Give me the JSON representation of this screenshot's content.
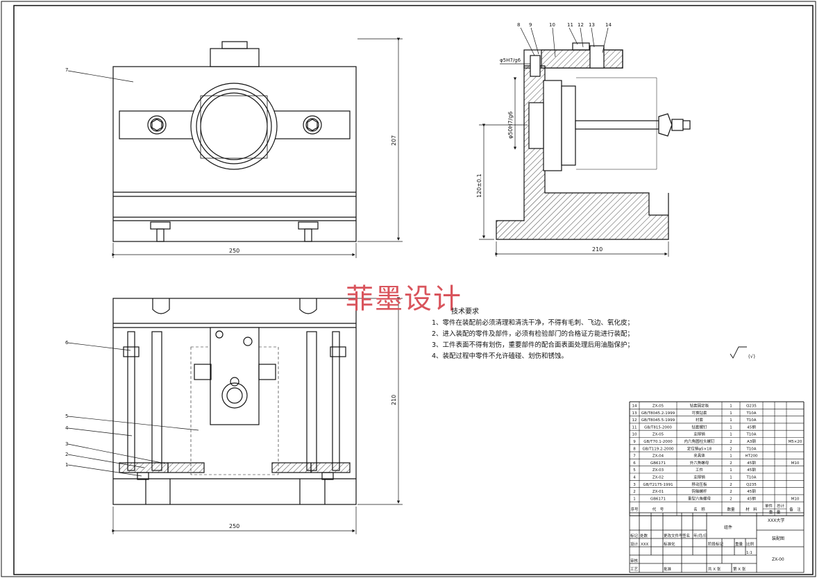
{
  "dimensions": {
    "front_width": "250",
    "front_height": "207",
    "side_width": "210",
    "side_height": "120±0.1",
    "fit_top": "φ5H7/g6",
    "fit_side": "φ50H7/g6",
    "bottom_width": "250",
    "bottom_height": "210"
  },
  "part_labels_front": [
    "7"
  ],
  "part_labels_side": [
    "8",
    "9",
    "10",
    "11",
    "12",
    "13",
    "14"
  ],
  "part_labels_bottom": [
    "6",
    "5",
    "4",
    "3",
    "2",
    "1"
  ],
  "watermark": "菲墨设计",
  "notes": {
    "title": "技术要求",
    "items": [
      "1、零件在装配前必须清理和清洗干净，不得有毛刺、飞边、氧化皮；",
      "2、进入装配的零件及部件，必须有检验部门的合格证方能进行装配；",
      "3、工件表面不得有划伤，重要部件的配合面表面处理后用油脂保护；",
      "4、装配过程中零件不允许磕碰、划伤和锈蚀。"
    ]
  },
  "roughness": "(√)",
  "bom": [
    [
      "14",
      "ZX-05",
      "钻套固定板",
      "1",
      "Q235",
      ""
    ],
    [
      "13",
      "GB/T8045.2-1999",
      "可换钻套",
      "1",
      "T10A",
      ""
    ],
    [
      "12",
      "GB/T8045.5-1999",
      "衬套",
      "1",
      "T10A",
      ""
    ],
    [
      "11",
      "GB/T815-2000",
      "钻套螺钉",
      "1",
      "45钢",
      ""
    ],
    [
      "10",
      "ZX-05",
      "支撑销",
      "1",
      "T10A",
      ""
    ],
    [
      "9",
      "GB/T70.1-2000",
      "内六角圆柱头螺钉",
      "2",
      "A3钢",
      "M5×20"
    ],
    [
      "8",
      "GB/T119.2-2000",
      "定位销φ5×18",
      "2",
      "T10A",
      ""
    ],
    [
      "7",
      "ZX-04",
      "夹具体",
      "1",
      "HT200",
      ""
    ],
    [
      "6",
      "GB6171",
      "外六角螺母",
      "2",
      "45钢",
      "M10"
    ],
    [
      "5",
      "ZX-03",
      "工件",
      "1",
      "45钢",
      ""
    ],
    [
      "4",
      "ZX-02",
      "支撑销",
      "1",
      "T10A",
      ""
    ],
    [
      "3",
      "GB/T2175-1991",
      "移动压板",
      "2",
      "Q235",
      ""
    ],
    [
      "2",
      "ZX-01",
      "钩轴螺杆",
      "2",
      "45钢",
      ""
    ],
    [
      "1",
      "GB6171",
      "重型六角螺母",
      "2",
      "45钢",
      "M10"
    ]
  ],
  "bom_header": {
    "no": "序号",
    "code": "代　号",
    "name": "名　称",
    "qty": "数量",
    "material": "材　料",
    "unit_weight": "单件",
    "total_weight": "总计",
    "weight": "重　量",
    "remark": "备　注"
  },
  "title_block": {
    "drawing_name": "组件",
    "school": "XXX大学",
    "drawing_type": "装配图",
    "drawing_no": "ZX-00",
    "revision_label": "标记",
    "count_label": "处数",
    "change_doc": "更改文件号",
    "signature": "签名",
    "date": "年/月/日",
    "design_label": "设计",
    "designer": "XXX",
    "standardization": "标准化",
    "stage_label": "阶段标记",
    "weight_label": "重量",
    "scale_label": "比例",
    "scale": "1:1",
    "review_label": "审核",
    "process_label": "工艺",
    "approve_label": "批准",
    "sheets_total": "共 X 张",
    "sheet_no": "第 X 张"
  }
}
